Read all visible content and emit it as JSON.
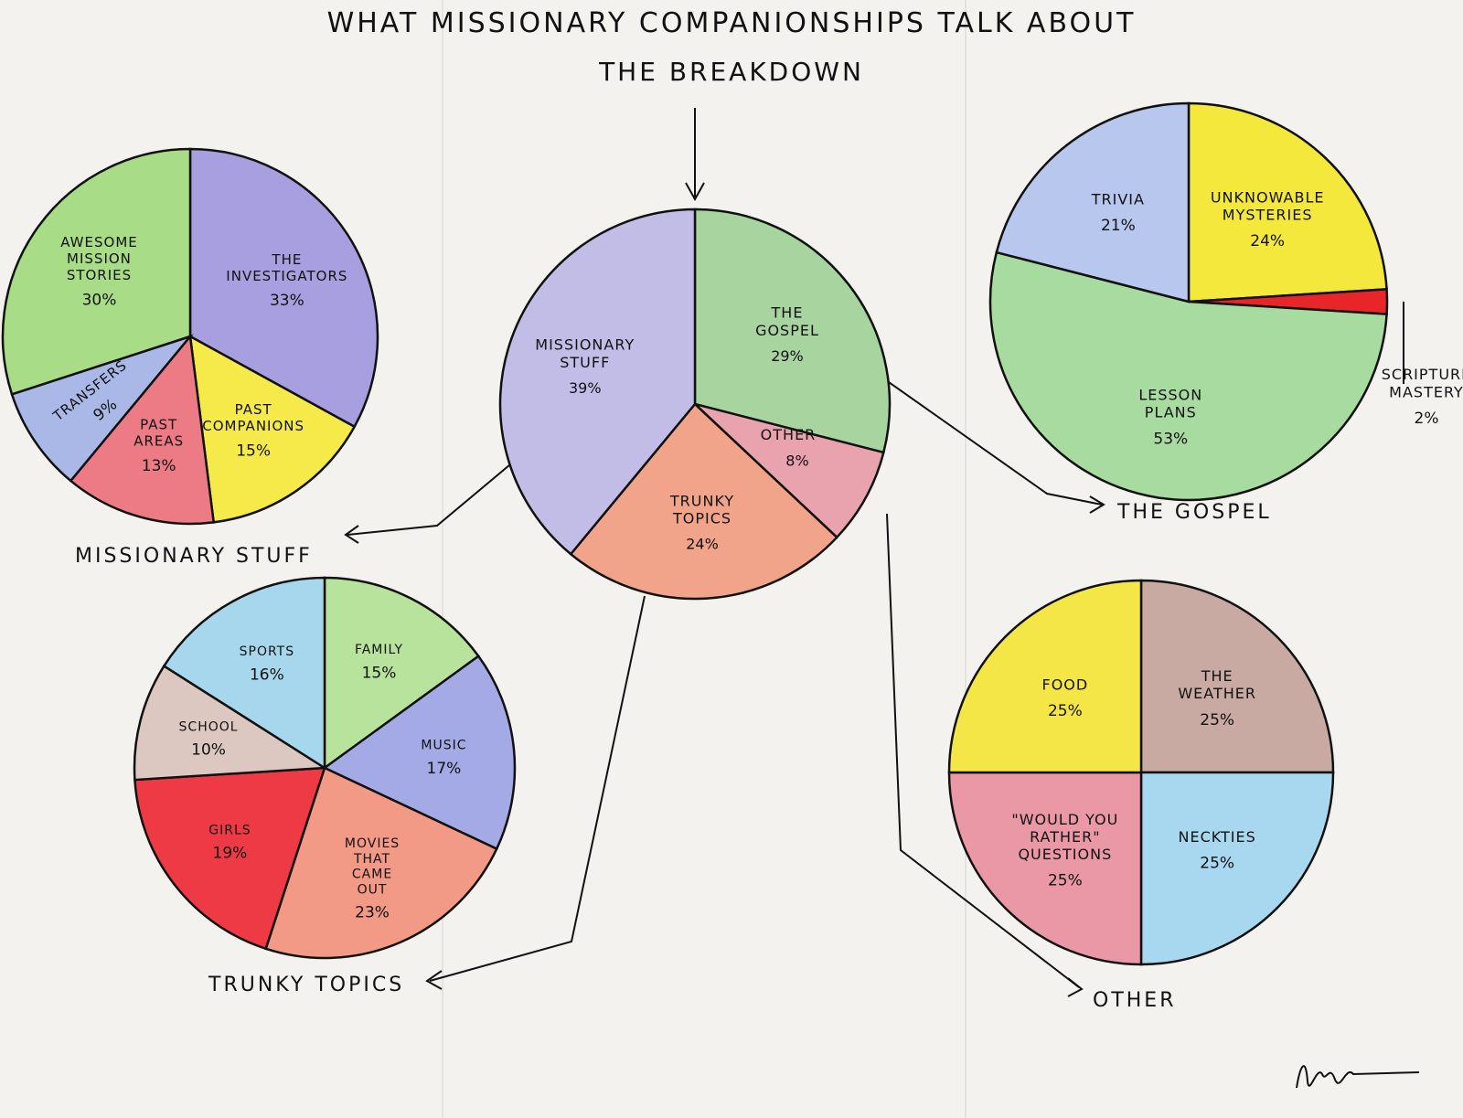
{
  "title": "What Missionary Companionships Talk About",
  "subtitle": "The Breakdown",
  "chart_data": [
    {
      "type": "pie",
      "id": "main",
      "caption": "",
      "categories": [
        "The Gospel",
        "Other",
        "Trunky Topics",
        "Missionary Stuff"
      ],
      "values": [
        29,
        8,
        24,
        39
      ],
      "value_labels": [
        "29%",
        "8%",
        "24%",
        "39%"
      ],
      "colors": [
        "#a8d4a0",
        "#e9a3ae",
        "#f2a48a",
        "#c2bde6"
      ]
    },
    {
      "type": "pie",
      "id": "missionary-stuff",
      "caption": "Missionary Stuff",
      "categories": [
        "The Investigators",
        "Past Companions",
        "Past Areas",
        "Transfers",
        "Awesome Mission Stories"
      ],
      "values": [
        33,
        15,
        13,
        9,
        30
      ],
      "value_labels": [
        "33%",
        "15%",
        "13%",
        "9%",
        "30%"
      ],
      "colors": [
        "#a79fe0",
        "#f5ea4a",
        "#ec7b86",
        "#a9b8e6",
        "#a9dc86"
      ]
    },
    {
      "type": "pie",
      "id": "the-gospel",
      "caption": "The Gospel",
      "categories": [
        "Unknowable Mysteries",
        "Scripture Mastery",
        "Lesson Plans",
        "Trivia"
      ],
      "values": [
        24,
        2,
        53,
        21
      ],
      "value_labels": [
        "24%",
        "2%",
        "53%",
        "21%"
      ],
      "colors": [
        "#f5e83c",
        "#e8262a",
        "#a7dba0",
        "#b7c7ee"
      ]
    },
    {
      "type": "pie",
      "id": "trunky-topics",
      "caption": "Trunky Topics",
      "categories": [
        "Family",
        "Music",
        "Movies That Came Out",
        "Girls",
        "School",
        "Sports"
      ],
      "values": [
        15,
        17,
        23,
        19,
        10,
        16
      ],
      "value_labels": [
        "15%",
        "17%",
        "23%",
        "19%",
        "10%",
        "16%"
      ],
      "colors": [
        "#b8e39c",
        "#a3aae6",
        "#f29a86",
        "#ee3a44",
        "#dcc7c1",
        "#a7d7ec"
      ]
    },
    {
      "type": "pie",
      "id": "other",
      "caption": "Other",
      "categories": [
        "The Weather",
        "Neckties",
        "\"Would You Rather\" Questions",
        "Food"
      ],
      "values": [
        25,
        25,
        25,
        25
      ],
      "value_labels": [
        "25%",
        "25%",
        "25%",
        "25%"
      ],
      "colors": [
        "#c8aaa2",
        "#a8d8f0",
        "#ea97a6",
        "#f5e647"
      ]
    }
  ]
}
